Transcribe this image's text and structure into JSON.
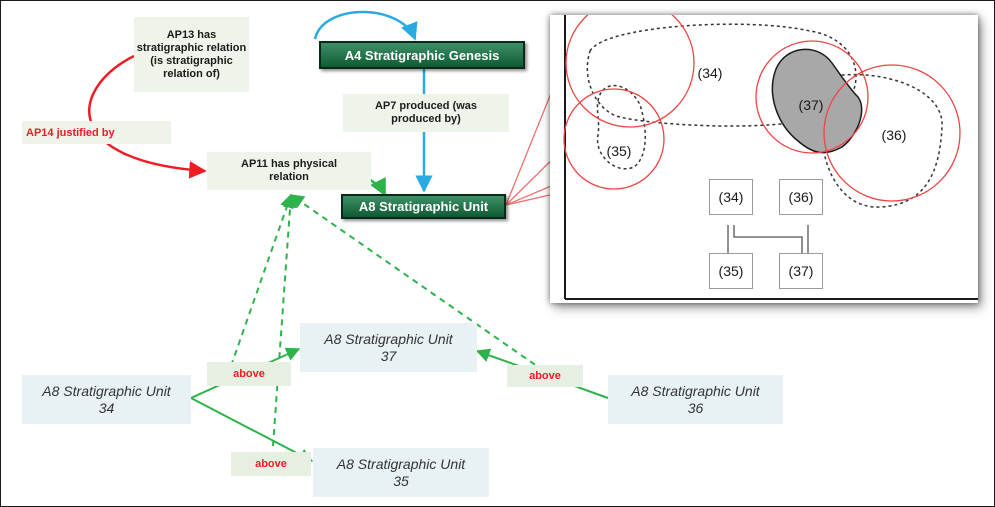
{
  "nodes": {
    "ap13": {
      "line1": "AP13  has",
      "line2": "stratigraphic relation",
      "line3": "(is stratigraphic",
      "line4": "relation of)"
    },
    "a4": {
      "label": "A4 Stratigraphic Genesis"
    },
    "ap7": {
      "line1": "AP7 produced  (was",
      "line2": "produced  by)"
    },
    "ap14": {
      "label": "AP14  justified by"
    },
    "ap11": {
      "line1": "AP11 has physical",
      "line2": "relation"
    },
    "a8": {
      "label": "A8  Stratigraphic Unit"
    },
    "unit34": {
      "line1": "A8 Stratigraphic Unit",
      "line2": "34"
    },
    "unit37": {
      "line1": "A8 Stratigraphic Unit",
      "line2": "37"
    },
    "unit36": {
      "line1": "A8 Stratigraphic Unit",
      "line2": "36"
    },
    "unit35": {
      "line1": "A8 Stratigraphic Unit",
      "line2": "35"
    }
  },
  "relations": {
    "above_1": "above",
    "above_2": "above",
    "above_3": "above"
  },
  "inset": {
    "labels": {
      "u34": "(34)",
      "u35": "(35)",
      "u36": "(36)",
      "u37": "(37)"
    },
    "matrix": {
      "c34": "(34)",
      "c36": "(36)",
      "c35": "(35)",
      "c37": "(37)"
    }
  },
  "colors": {
    "class_fill": "#1f6b44",
    "property_fill": "#eef4ea",
    "unit_fill": "#e8f2f4",
    "justified_arrow": "#ee1c24",
    "genesis_arrow": "#29abe2",
    "physical_arrow": "#2db34a",
    "pointer_lines": "#f07070",
    "above_text": "#ee1c24"
  }
}
